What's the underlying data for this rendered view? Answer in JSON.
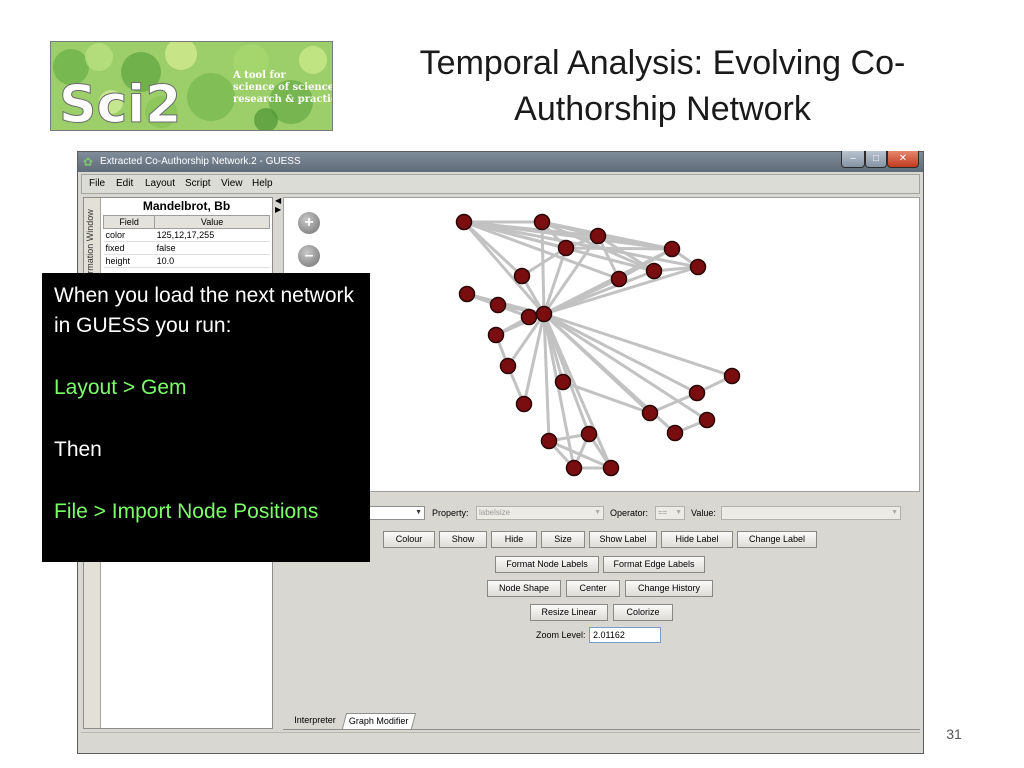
{
  "slide": {
    "title": "Temporal Analysis: Evolving Co-Authorship Network",
    "page_number": "31",
    "logo": {
      "wordmark": "Sci2",
      "tagline": [
        "A tool for",
        "science of science",
        "research & practice"
      ]
    }
  },
  "window": {
    "title": "Extracted Co-Authorship Network.2 - GUESS",
    "controls": {
      "minimize": "–",
      "maximize": "□",
      "close": "✕"
    }
  },
  "menu": [
    "File",
    "Edit",
    "Layout",
    "Script",
    "View",
    "Help"
  ],
  "info_panel": {
    "side_label": "Information Window",
    "node_name": "Mandelbrot, Bb",
    "columns": [
      "Field",
      "Value"
    ],
    "rows": [
      [
        "color",
        "125,12,17,255"
      ],
      [
        "fixed",
        "false"
      ],
      [
        "height",
        "10.0"
      ]
    ]
  },
  "canvas": {
    "zoom_in": "+",
    "zoom_out": "–",
    "node_color": "#7a0d10",
    "edge_color": "#c2c2c2"
  },
  "modifier": {
    "object_select": "",
    "property_label": "Property:",
    "property_value": "labelsize",
    "operator_label": "Operator:",
    "operator_value": "==",
    "value_label": "Value:",
    "value_value": "",
    "buttons_row1": [
      "Colour",
      "Show",
      "Hide",
      "Size",
      "Show Label",
      "Hide Label",
      "Change Label"
    ],
    "buttons_row2": [
      "Format Node Labels",
      "Format Edge Labels"
    ],
    "buttons_row3": [
      "Node Shape",
      "Center",
      "Change History"
    ],
    "buttons_row4": [
      "Resize Linear",
      "Colorize"
    ],
    "zoom_label": "Zoom Level:",
    "zoom_value": "2.01162"
  },
  "tabs": [
    "Interpreter",
    "Graph Modifier"
  ],
  "callout": {
    "line1": "When you load the next network in GUESS you run:",
    "step1": "Layout > Gem",
    "then": "Then",
    "step2": "File > Import Node Positions"
  }
}
